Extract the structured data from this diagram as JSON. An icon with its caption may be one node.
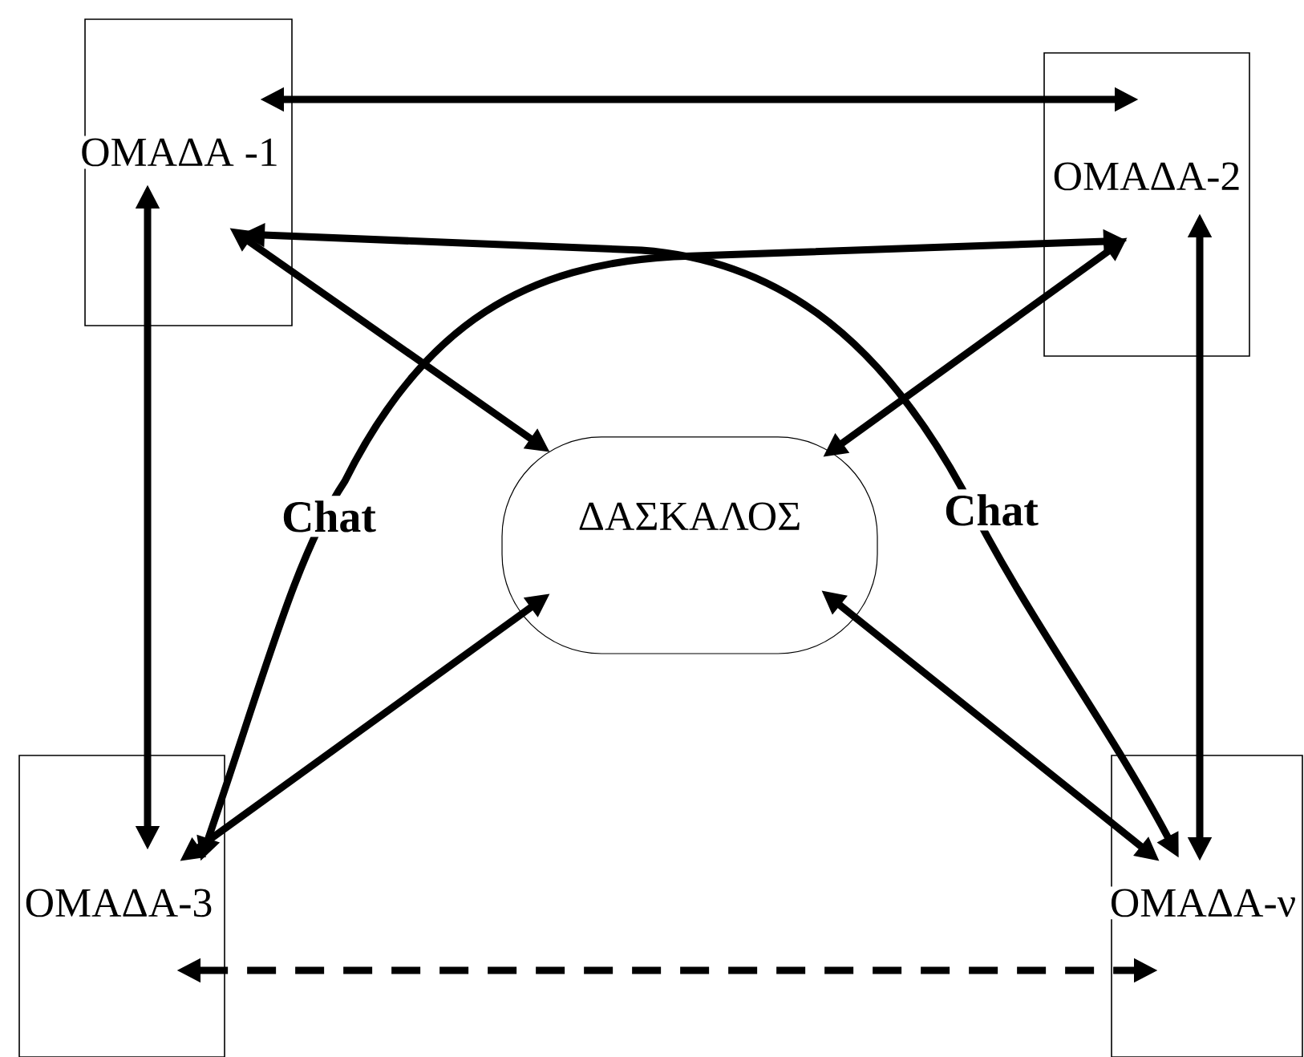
{
  "diagram": {
    "nodes": [
      {
        "text": [
          "ΟΜΑΔΑ -1"
        ]
      },
      {
        "text": [
          "ΟΜΑΔΑ-2"
        ]
      },
      {
        "text": [
          "ΔΑΣΚΑΛΟΣ"
        ]
      },
      {
        "text": [
          "ΟΜΑΔΑ-3"
        ]
      },
      {
        "text": [
          "ΟΜΑΔΑ-ν"
        ]
      }
    ],
    "edges": [
      {
        "from": 0,
        "to": 1,
        "arrow": "both"
      },
      {
        "from": 0,
        "to": 3,
        "arrow": "both"
      },
      {
        "from": 1,
        "to": 4,
        "arrow": "both"
      },
      {
        "from": 3,
        "to": 4,
        "arrow": "both",
        "style": "dashed"
      },
      {
        "from": 0,
        "to": 2,
        "arrow": "both"
      },
      {
        "from": 1,
        "to": 2,
        "arrow": "both"
      },
      {
        "from": 3,
        "to": 2,
        "arrow": "both"
      },
      {
        "from": 4,
        "to": 2,
        "arrow": "both"
      },
      {
        "from": 3,
        "to": 1,
        "arrow": "both",
        "label": "Chat"
      },
      {
        "from": 4,
        "to": 0,
        "arrow": "both",
        "label": "Chat"
      }
    ]
  }
}
